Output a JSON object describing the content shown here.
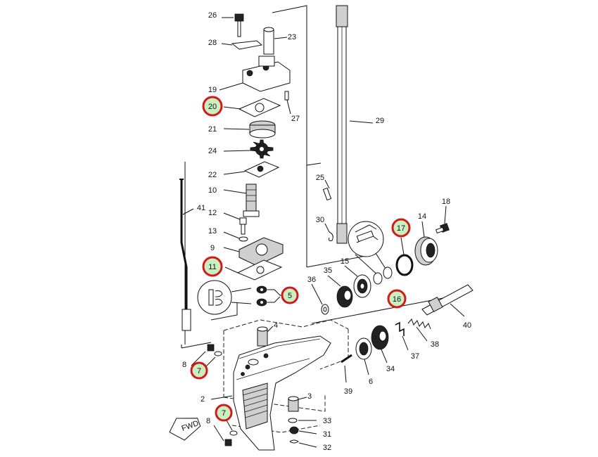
{
  "fwd_label": "FWD",
  "highlighted_parts": [
    "20",
    "11",
    "5",
    "17",
    "16",
    "7"
  ],
  "callouts": [
    {
      "text": "26"
    },
    {
      "text": "23"
    },
    {
      "text": "28"
    },
    {
      "text": "19"
    },
    {
      "text": "20"
    },
    {
      "text": "27"
    },
    {
      "text": "21"
    },
    {
      "text": "24"
    },
    {
      "text": "29"
    },
    {
      "text": "22"
    },
    {
      "text": "25"
    },
    {
      "text": "10"
    },
    {
      "text": "41"
    },
    {
      "text": "12"
    },
    {
      "text": "18"
    },
    {
      "text": "30"
    },
    {
      "text": "17"
    },
    {
      "text": "14"
    },
    {
      "text": "13"
    },
    {
      "text": "9"
    },
    {
      "text": "11"
    },
    {
      "text": "15"
    },
    {
      "text": "35"
    },
    {
      "text": "36"
    },
    {
      "text": "5"
    },
    {
      "text": "16"
    },
    {
      "text": "4"
    },
    {
      "text": "40"
    },
    {
      "text": "38"
    },
    {
      "text": "8"
    },
    {
      "text": "7"
    },
    {
      "text": "37"
    },
    {
      "text": "34"
    },
    {
      "text": "6"
    },
    {
      "text": "39"
    },
    {
      "text": "2"
    },
    {
      "text": "3"
    },
    {
      "text": "7"
    },
    {
      "text": "8"
    },
    {
      "text": "33"
    },
    {
      "text": "31"
    },
    {
      "text": "32"
    }
  ]
}
